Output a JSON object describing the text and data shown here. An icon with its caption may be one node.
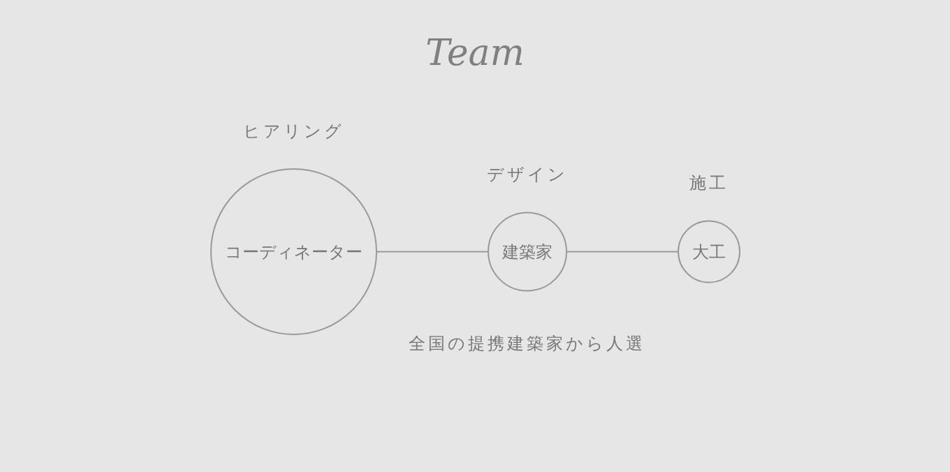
{
  "diagram": {
    "title": "Team",
    "nodes": [
      {
        "text": [
          "コーディネーター"
        ],
        "beside": [
          "ヒアリング"
        ]
      },
      {
        "text": [
          "建築家"
        ],
        "beside": [
          "デザイン",
          "全国の提携建築家から人選"
        ]
      },
      {
        "text": [
          "大工"
        ],
        "beside": [
          "施工"
        ]
      }
    ],
    "edges": [
      {
        "from": 0,
        "to": 1,
        "arrow": "none"
      },
      {
        "from": 1,
        "to": 2,
        "arrow": "none"
      }
    ]
  }
}
